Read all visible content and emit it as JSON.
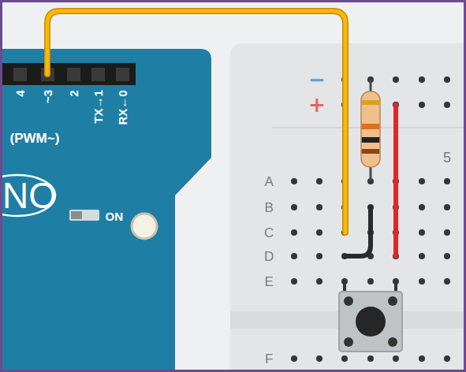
{
  "diagram": {
    "labels": [
      "4",
      "~3",
      "2",
      "TX→1",
      "RX←0",
      "(PWM~)",
      "NO",
      "ON",
      "−",
      "+",
      "5",
      "A",
      "B",
      "C",
      "D",
      "E",
      "F"
    ]
  }
}
